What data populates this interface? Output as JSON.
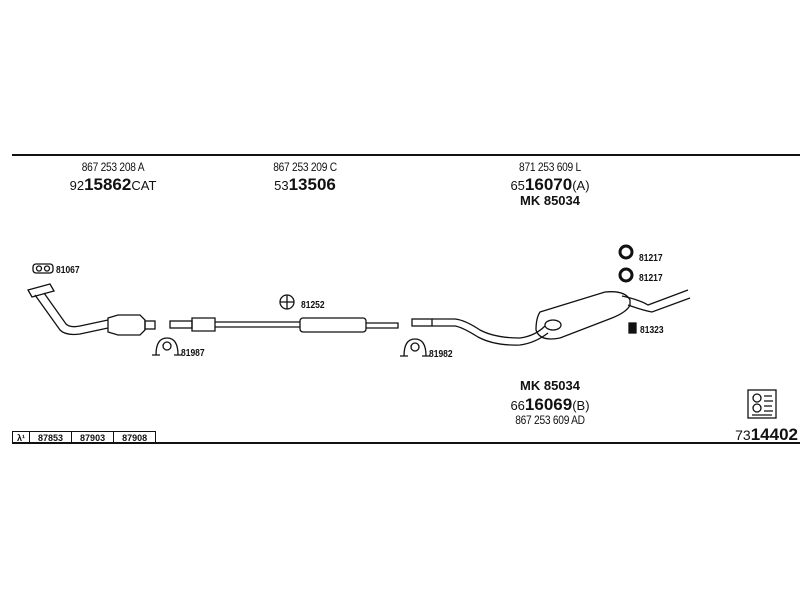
{
  "sections": [
    {
      "oe": "867 253 208 A",
      "prefix": "92",
      "main": "15862",
      "suffix": "CAT"
    },
    {
      "oe": "867 253 209 C",
      "prefix": "53",
      "main": "13506",
      "suffix": ""
    },
    {
      "oe": "871 253 609 L",
      "prefix": "65",
      "main": "16070",
      "suffix": "(A)",
      "mk": "MK 85034"
    }
  ],
  "lower_section": {
    "mk": "MK 85034",
    "prefix": "66",
    "main": "16069",
    "suffix": "(B)",
    "oe": "867 253 609 AD"
  },
  "accessories": {
    "gasket_front": "81067",
    "clamp_1": "81987",
    "mount_1": "81252",
    "clamp_2": "81982",
    "ring_1": "81217",
    "ring_2": "81217",
    "mount_2": "81323"
  },
  "lambda_table": {
    "symbol": "λ¹",
    "values": [
      "87853",
      "87903",
      "87908"
    ]
  },
  "kit": {
    "prefix": "73",
    "main": "14402"
  }
}
